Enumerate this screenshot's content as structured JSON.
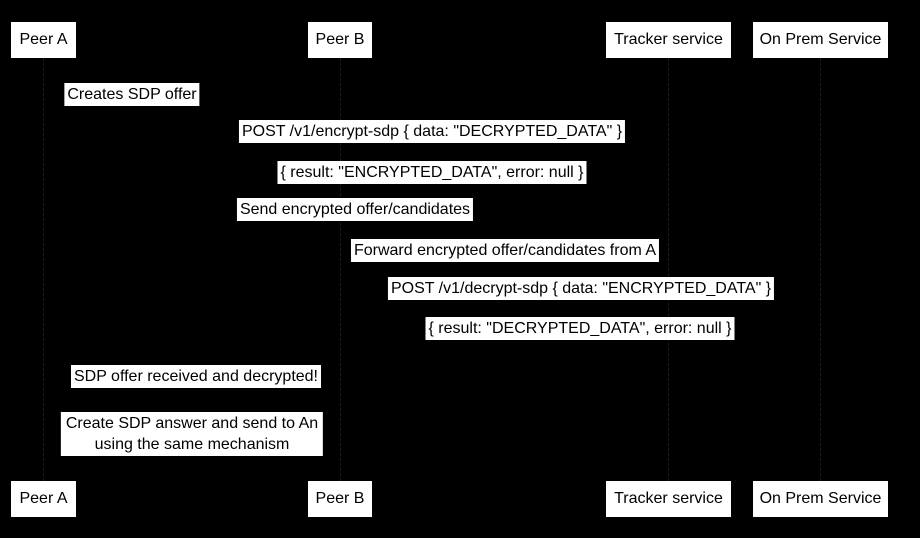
{
  "diagram_type": "sequence-diagram",
  "colors": {
    "background": "#000000",
    "actor_fill": "#ffffff",
    "actor_text": "#000000",
    "message_bg": "#ffffff",
    "message_text": "#000000"
  },
  "actors": [
    {
      "label": "Peer A"
    },
    {
      "label": "Peer B"
    },
    {
      "label": "Tracker service"
    },
    {
      "label": "On Prem Service"
    }
  ],
  "messages": [
    {
      "text": "Creates SDP offer"
    },
    {
      "text": "POST /v1/encrypt-sdp { data: \"DECRYPTED_DATA\" }"
    },
    {
      "text": "{ result: \"ENCRYPTED_DATA\", error: null }"
    },
    {
      "text": "Send encrypted offer/candidates"
    },
    {
      "text": "Forward encrypted offer/candidates from A"
    },
    {
      "text": "POST /v1/decrypt-sdp { data: \"ENCRYPTED_DATA\" }"
    },
    {
      "text": "{ result: \"DECRYPTED_DATA\", error: null }"
    },
    {
      "text": "SDP offer received and decrypted!"
    },
    {
      "text": "Create SDP answer and send to An\nusing the same mechanism"
    }
  ]
}
